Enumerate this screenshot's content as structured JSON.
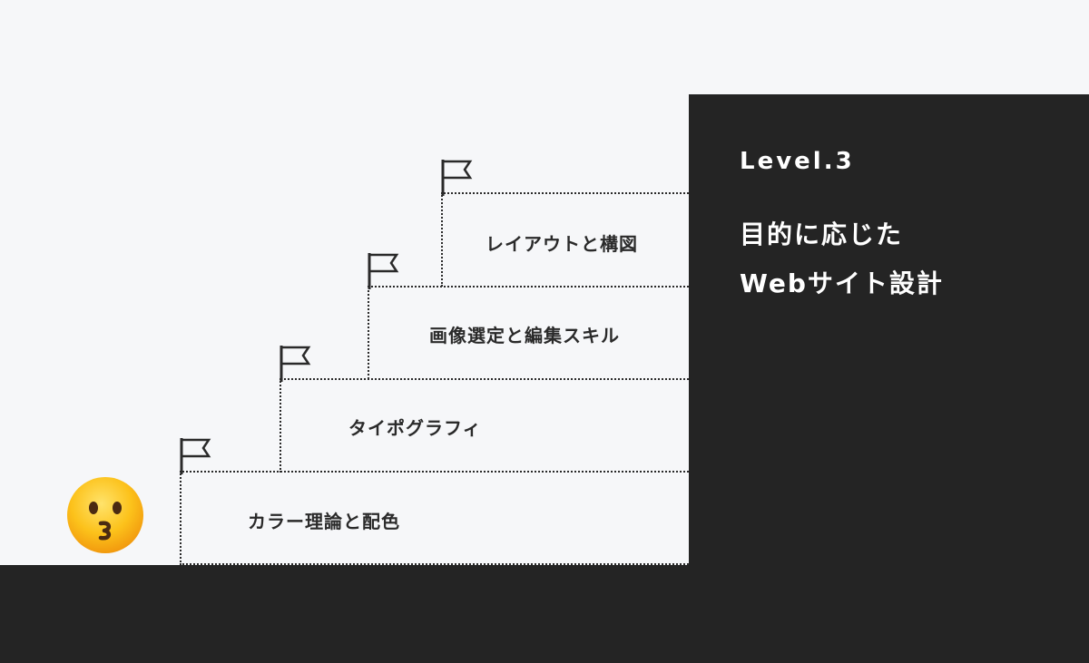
{
  "panel": {
    "level": "Level.3",
    "title": "目的に応じた\nWebサイト設計"
  },
  "steps": [
    {
      "label": "カラー理論と配色"
    },
    {
      "label": "タイポグラフィ"
    },
    {
      "label": "画像選定と編集スキル"
    },
    {
      "label": "レイアウトと構図"
    }
  ],
  "icons": {
    "flag": "flag-icon",
    "avatar": "kissing-face-emoji"
  },
  "colors": {
    "dark": "#242424",
    "background": "#f6f7f9",
    "line": "#2a2a2a",
    "text_on_dark": "#ffffff"
  }
}
